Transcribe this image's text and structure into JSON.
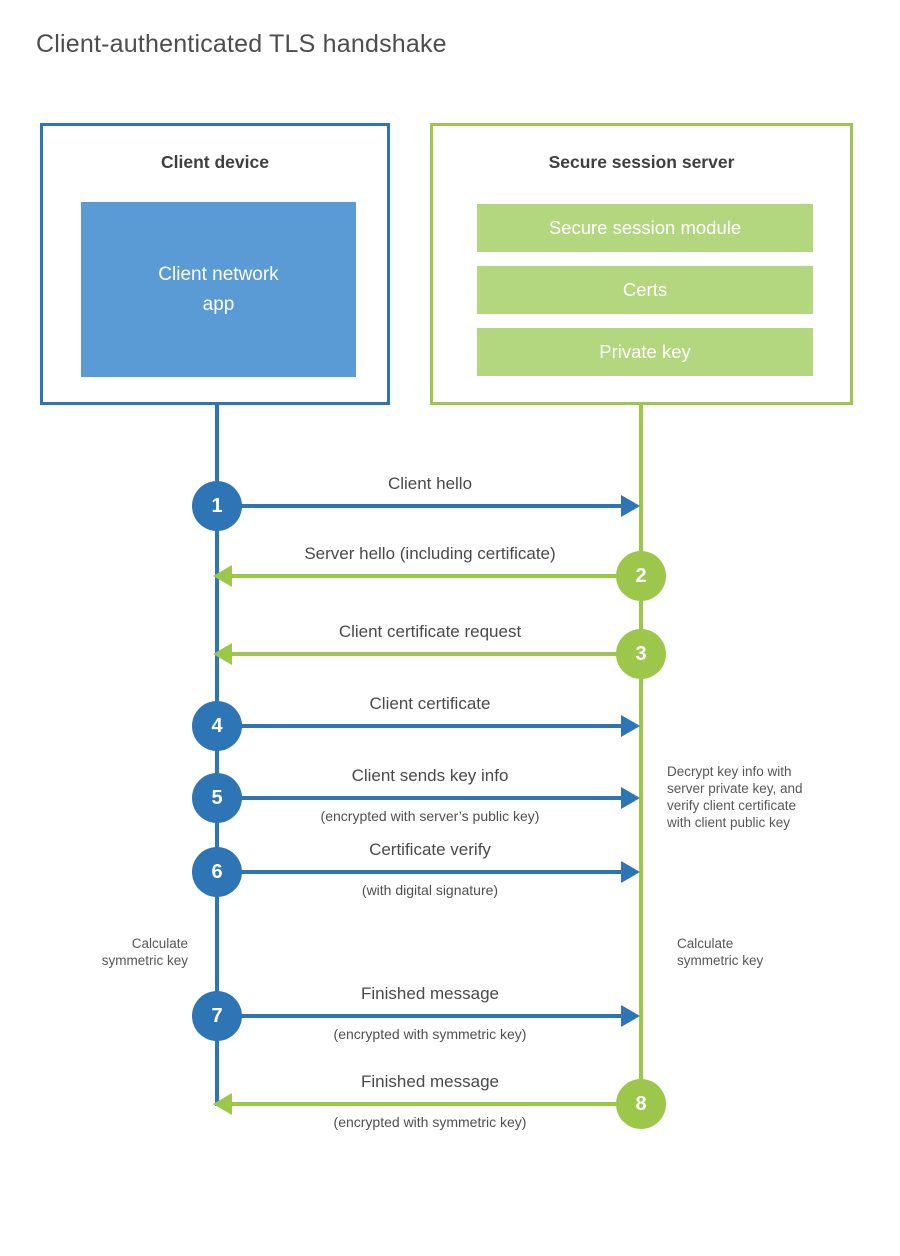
{
  "page": {
    "title": "Client-authenticated TLS handshake"
  },
  "client_box": {
    "title": "Client device",
    "app_label": "Client network\napp"
  },
  "server_box": {
    "title": "Secure session server",
    "modules": [
      "Secure session module",
      "Certs",
      "Private key"
    ]
  },
  "messages": [
    {
      "num": "1",
      "from": "client",
      "to": "server",
      "label": "Client hello",
      "sublabel": ""
    },
    {
      "num": "2",
      "from": "server",
      "to": "client",
      "label": "Server hello (including certificate)",
      "sublabel": ""
    },
    {
      "num": "3",
      "from": "server",
      "to": "client",
      "label": "Client certificate request",
      "sublabel": ""
    },
    {
      "num": "4",
      "from": "client",
      "to": "server",
      "label": "Client certificate",
      "sublabel": ""
    },
    {
      "num": "5",
      "from": "client",
      "to": "server",
      "label": "Client sends key info",
      "sublabel": "(encrypted with server’s public key)"
    },
    {
      "num": "6",
      "from": "client",
      "to": "server",
      "label": "Certificate verify",
      "sublabel": "(with digital signature)"
    },
    {
      "num": "7",
      "from": "client",
      "to": "server",
      "label": "Finished message",
      "sublabel": "(encrypted with symmetric key)"
    },
    {
      "num": "8",
      "from": "server",
      "to": "client",
      "label": "Finished message",
      "sublabel": "(encrypted with symmetric key)"
    }
  ],
  "notes": {
    "decrypt": "Decrypt key info with\nserver private key, and\nverify client certificate\nwith client public key",
    "calc_left": "Calculate\nsymmetric key",
    "calc_right": "Calculate\nsymmetric key"
  },
  "colors": {
    "blue_accent": "#2E75B6",
    "blue_fill": "#5B9BD5",
    "green_accent": "#9CC74B",
    "green_fill": "#B3D77E"
  }
}
